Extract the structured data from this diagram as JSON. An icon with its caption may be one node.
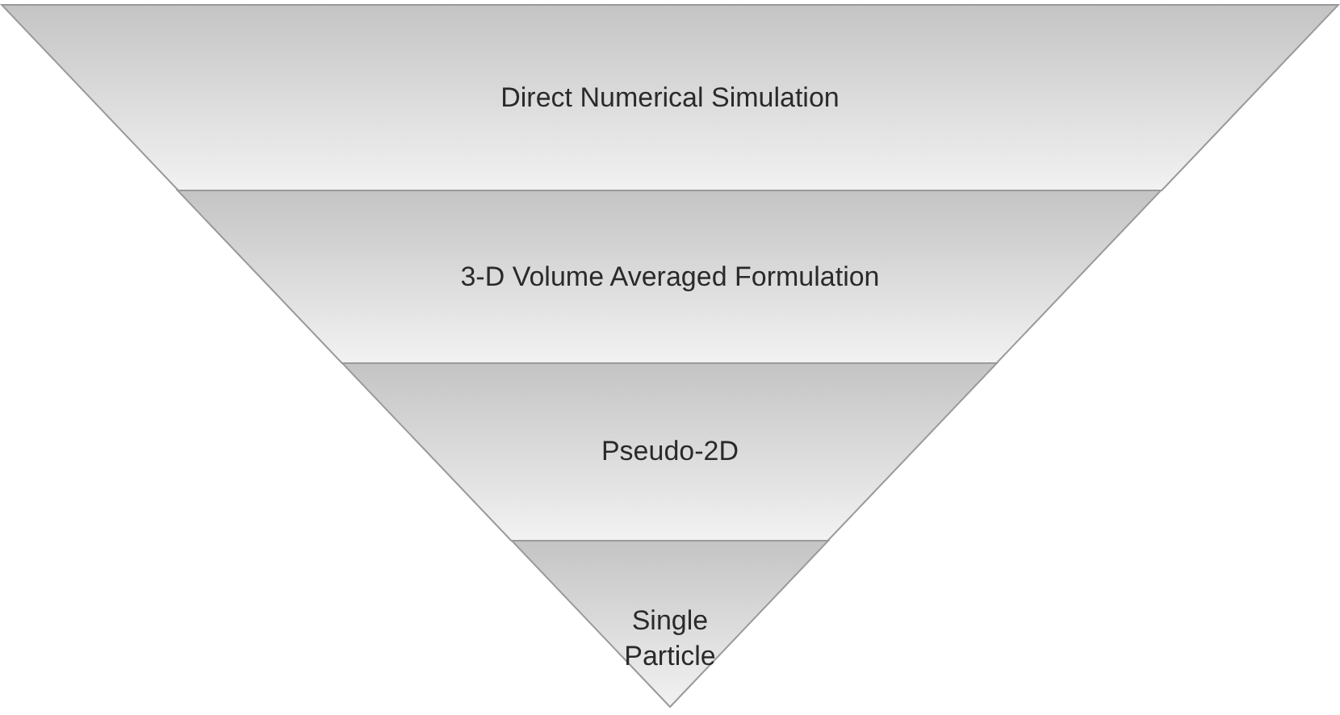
{
  "diagram": {
    "nodes": [
      {
        "text": [
          "Direct Numerical Simulation"
        ]
      },
      {
        "text": [
          "3-D Volume Averaged Formulation"
        ]
      },
      {
        "text": [
          "Pseudo-2D"
        ]
      },
      {
        "text": [
          "Single Particle"
        ]
      }
    ]
  }
}
